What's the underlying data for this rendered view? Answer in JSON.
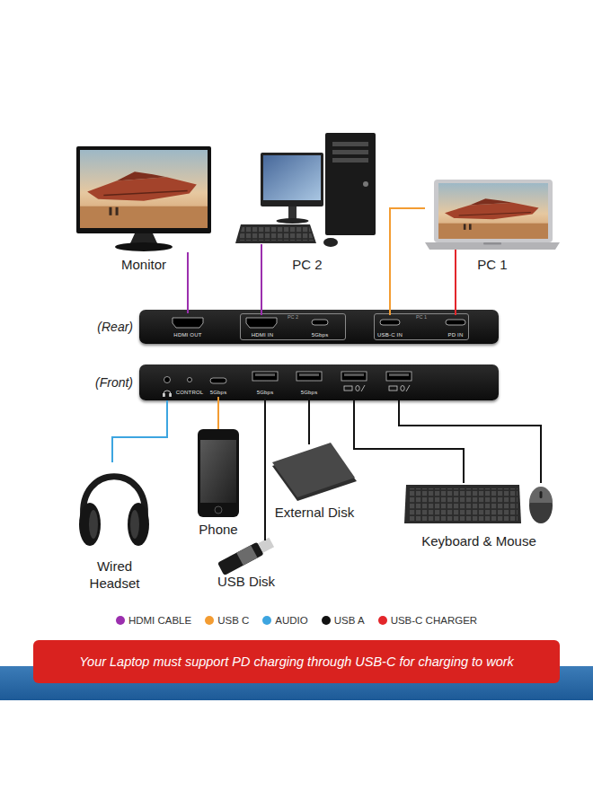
{
  "diagram": {
    "nodes": [
      {
        "text": [
          "Monitor"
        ]
      },
      {
        "text": [
          "PC 2"
        ]
      },
      {
        "text": [
          "PC 1"
        ]
      },
      {
        "text": [
          "(Rear)"
        ]
      },
      {
        "text": [
          "HDMI OUT"
        ],
        "in": 3
      },
      {
        "text": [
          "PC 2"
        ],
        "in": 3
      },
      {
        "text": [
          "HDMI IN"
        ],
        "in": 5
      },
      {
        "text": [
          "5Gbps"
        ],
        "in": 5
      },
      {
        "text": [
          "PC 1"
        ],
        "in": 3
      },
      {
        "text": [
          "USB-C IN"
        ],
        "in": 8
      },
      {
        "text": [
          "PD IN"
        ],
        "in": 8
      },
      {
        "text": [
          "(Front)"
        ]
      },
      {
        "text": [
          "CONTROL"
        ],
        "in": 11
      },
      {
        "text": [
          "5Gbps"
        ],
        "in": 11
      },
      {
        "text": [
          "5Gbps"
        ],
        "in": 11
      },
      {
        "text": [
          "5Gbps"
        ],
        "in": 11
      },
      {
        "text": [
          "Wired Headset"
        ]
      },
      {
        "text": [
          "Phone"
        ]
      },
      {
        "text": [
          "USB Disk"
        ]
      },
      {
        "text": [
          "External Disk"
        ]
      },
      {
        "text": [
          "Keyboard & Mouse"
        ]
      },
      {
        "text": [
          "Your Laptop must support PD charging through USB-C for charging to work"
        ]
      }
    ],
    "edges": [
      {
        "from": 4,
        "to": 0,
        "arrow": "none"
      },
      {
        "from": 6,
        "to": 1,
        "arrow": "none"
      },
      {
        "from": 9,
        "to": 2,
        "arrow": "none"
      },
      {
        "from": 10,
        "to": 2,
        "arrow": "none"
      },
      {
        "from": 11,
        "to": 16,
        "arrow": "none"
      },
      {
        "from": 13,
        "to": 17,
        "arrow": "none"
      },
      {
        "from": 14,
        "to": 18,
        "arrow": "none"
      },
      {
        "from": 15,
        "to": 19,
        "arrow": "none"
      },
      {
        "from": 11,
        "to": 20,
        "arrow": "none"
      },
      {
        "from": 11,
        "to": 20,
        "arrow": "none"
      }
    ],
    "legend": [
      {
        "text": "HDMI CABLE",
        "color": "#9b2fae"
      },
      {
        "text": "USB C",
        "color": "#f39c32"
      },
      {
        "text": "AUDIO",
        "color": "#3da5e0"
      },
      {
        "text": "USB A",
        "color": "#111111"
      },
      {
        "text": "USB-C CHARGER",
        "color": "#e3262b"
      }
    ]
  }
}
